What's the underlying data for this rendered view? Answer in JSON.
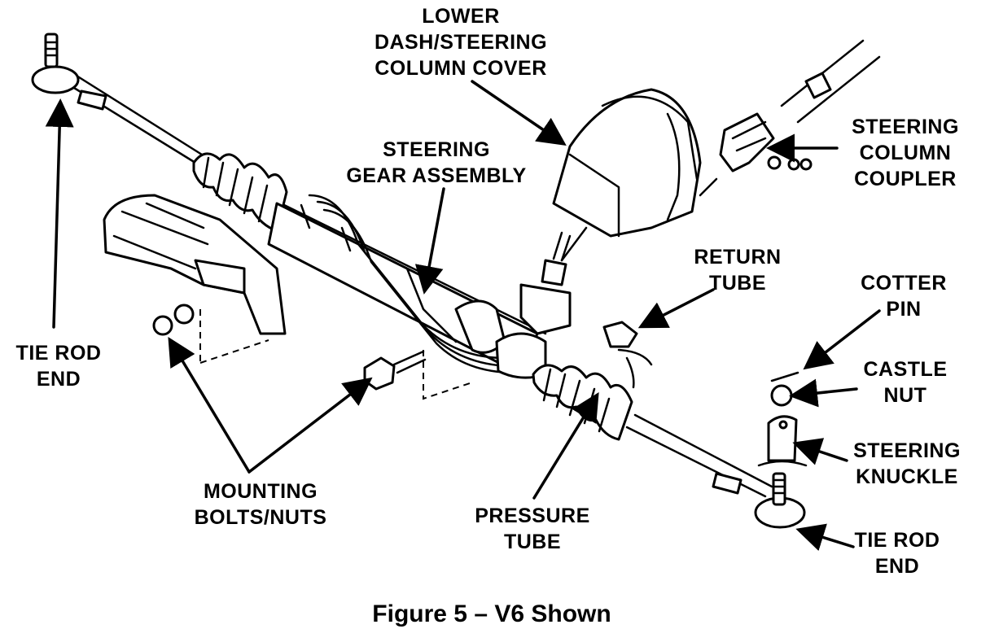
{
  "labels": {
    "lower_cover": [
      "LOWER",
      "DASH/STEERING",
      "COLUMN COVER"
    ],
    "steering_gear": [
      "STEERING",
      "GEAR ASSEMBLY"
    ],
    "column_coupler": [
      "STEERING",
      "COLUMN",
      "COUPLER"
    ],
    "return_tube": [
      "RETURN",
      "TUBE"
    ],
    "cotter_pin": [
      "COTTER",
      "PIN"
    ],
    "castle_nut": [
      "CASTLE",
      "NUT"
    ],
    "steering_knuckle": [
      "STEERING",
      "KNUCKLE"
    ],
    "tie_rod_left": [
      "TIE ROD",
      "END"
    ],
    "tie_rod_right": [
      "TIE ROD",
      "END"
    ],
    "mounting": [
      "MOUNTING",
      "BOLTS/NUTS"
    ],
    "pressure_tube": [
      "PRESSURE",
      "TUBE"
    ]
  },
  "caption": "Figure 5 – V6 Shown"
}
